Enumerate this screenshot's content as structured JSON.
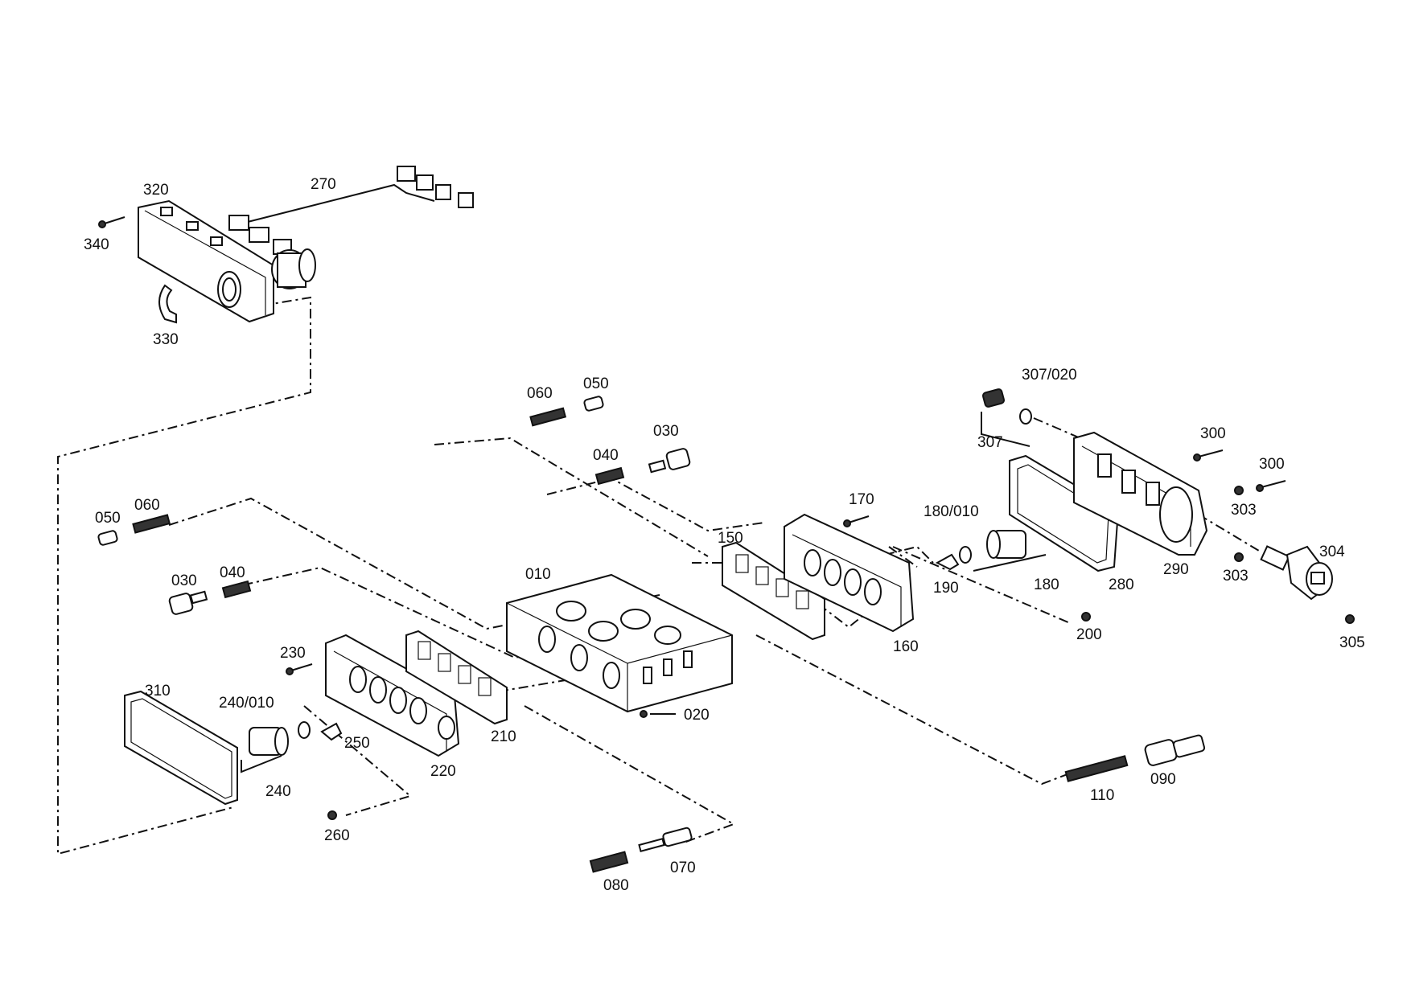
{
  "labels": {
    "p320": "320",
    "p270": "270",
    "p340": "340",
    "p330": "330",
    "p060a": "060",
    "p050a": "050",
    "p030a": "030",
    "p040a": "040",
    "p307_020": "307/020",
    "p307": "307",
    "p300a": "300",
    "p300b": "300",
    "p303a": "303",
    "p303b": "303",
    "p304": "304",
    "p305": "305",
    "p290": "290",
    "p280": "280",
    "p170": "170",
    "p180_010": "180/010",
    "p180": "180",
    "p190": "190",
    "p200": "200",
    "p150": "150",
    "p160": "160",
    "p010": "010",
    "p050b": "050",
    "p060b": "060",
    "p030b": "030",
    "p040b": "040",
    "p230": "230",
    "p310": "310",
    "p240_010": "240/010",
    "p250": "250",
    "p240": "240",
    "p220": "220",
    "p210": "210",
    "p020": "020",
    "p260": "260",
    "p110": "110",
    "p090": "090",
    "p080": "080",
    "p070": "070"
  }
}
